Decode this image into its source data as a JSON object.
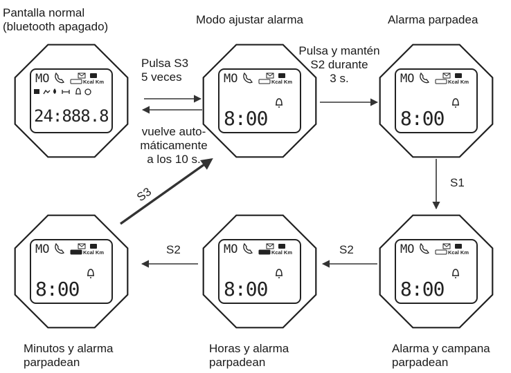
{
  "watches": [
    {
      "id": "normal",
      "caption": [
        "Pantalla normal",
        "(bluetooth apagado)"
      ],
      "mode_text": "MO",
      "units": "Kcal Km",
      "time": "24:888.8",
      "show_activity_icons": true,
      "blink": "none"
    },
    {
      "id": "alarm-mode",
      "caption": [
        "Modo ajustar alarma"
      ],
      "mode_text": "MO",
      "units": "Kcal Km",
      "time": "8:00",
      "show_activity_icons": false,
      "blink": "none"
    },
    {
      "id": "alarm-blink",
      "caption": [
        "Alarma parpadea"
      ],
      "mode_text": "MO",
      "units": "Kcal Km",
      "time": "8:00",
      "show_activity_icons": false,
      "blink": "alarm"
    },
    {
      "id": "bell-blink",
      "caption": [
        "Alarma y campana",
        "parpadean"
      ],
      "mode_text": "MO",
      "units": "Kcal Km",
      "time": "8:00",
      "show_activity_icons": false,
      "blink": "bell"
    },
    {
      "id": "hours-blink",
      "caption": [
        "Horas y alarma",
        "parpadean"
      ],
      "mode_text": "MO",
      "units": "Kcal Km",
      "time": "8:00",
      "show_activity_icons": false,
      "blink": "hours"
    },
    {
      "id": "minutes-blink",
      "caption": [
        "Minutos y alarma",
        "parpadean"
      ],
      "mode_text": "MO",
      "units": "Kcal Km",
      "time": "8:00",
      "show_activity_icons": false,
      "blink": "minutes"
    }
  ],
  "transitions": {
    "press_s3": [
      "Pulsa S3",
      "5 veces"
    ],
    "auto_return": [
      "vuelve auto-",
      "máticamente",
      "a los 10 s."
    ],
    "hold_s2": [
      "Pulsa y mantén",
      "S2 durante",
      "3 s."
    ],
    "s1": "S1",
    "s2_a": "S2",
    "s2_b": "S2",
    "s3": "S3"
  }
}
